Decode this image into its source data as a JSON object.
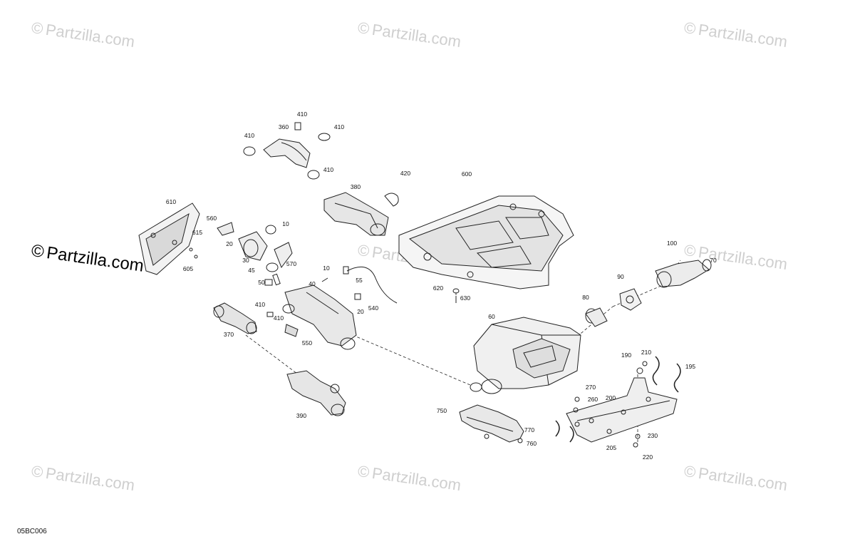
{
  "watermark": {
    "symbol": "©",
    "text": "Partzilla.com"
  },
  "drawing_code": "05BC006",
  "callouts": [
    {
      "id": "c410a",
      "text": "410"
    },
    {
      "id": "c360",
      "text": "360"
    },
    {
      "id": "c410b",
      "text": "410"
    },
    {
      "id": "c410c",
      "text": "410"
    },
    {
      "id": "c410d",
      "text": "410"
    },
    {
      "id": "c420",
      "text": "420"
    },
    {
      "id": "c380",
      "text": "380"
    },
    {
      "id": "c600",
      "text": "600"
    },
    {
      "id": "c610",
      "text": "610"
    },
    {
      "id": "c560",
      "text": "560"
    },
    {
      "id": "c10a",
      "text": "10"
    },
    {
      "id": "c615",
      "text": "615"
    },
    {
      "id": "c20a",
      "text": "20"
    },
    {
      "id": "c30",
      "text": "30"
    },
    {
      "id": "c605",
      "text": "605"
    },
    {
      "id": "c570",
      "text": "570"
    },
    {
      "id": "c45",
      "text": "45"
    },
    {
      "id": "c10b",
      "text": "10"
    },
    {
      "id": "c55",
      "text": "55"
    },
    {
      "id": "c50",
      "text": "50"
    },
    {
      "id": "c40",
      "text": "40"
    },
    {
      "id": "c410e",
      "text": "410"
    },
    {
      "id": "c410f",
      "text": "410"
    },
    {
      "id": "c540",
      "text": "540"
    },
    {
      "id": "c20b",
      "text": "20"
    },
    {
      "id": "c370",
      "text": "370"
    },
    {
      "id": "c550",
      "text": "550"
    },
    {
      "id": "c620",
      "text": "620"
    },
    {
      "id": "c630",
      "text": "630"
    },
    {
      "id": "c100",
      "text": "100"
    },
    {
      "id": "c70",
      "text": "70"
    },
    {
      "id": "c90",
      "text": "90"
    },
    {
      "id": "c80",
      "text": "80"
    },
    {
      "id": "c60",
      "text": "60"
    },
    {
      "id": "c190",
      "text": "190"
    },
    {
      "id": "c210",
      "text": "210"
    },
    {
      "id": "c195",
      "text": "195"
    },
    {
      "id": "c270",
      "text": "270"
    },
    {
      "id": "c260",
      "text": "260"
    },
    {
      "id": "c200",
      "text": "200"
    },
    {
      "id": "c390",
      "text": "390"
    },
    {
      "id": "c750",
      "text": "750"
    },
    {
      "id": "c770",
      "text": "770"
    },
    {
      "id": "c760",
      "text": "760"
    },
    {
      "id": "c230",
      "text": "230"
    },
    {
      "id": "c205",
      "text": "205"
    },
    {
      "id": "c220",
      "text": "220"
    }
  ]
}
